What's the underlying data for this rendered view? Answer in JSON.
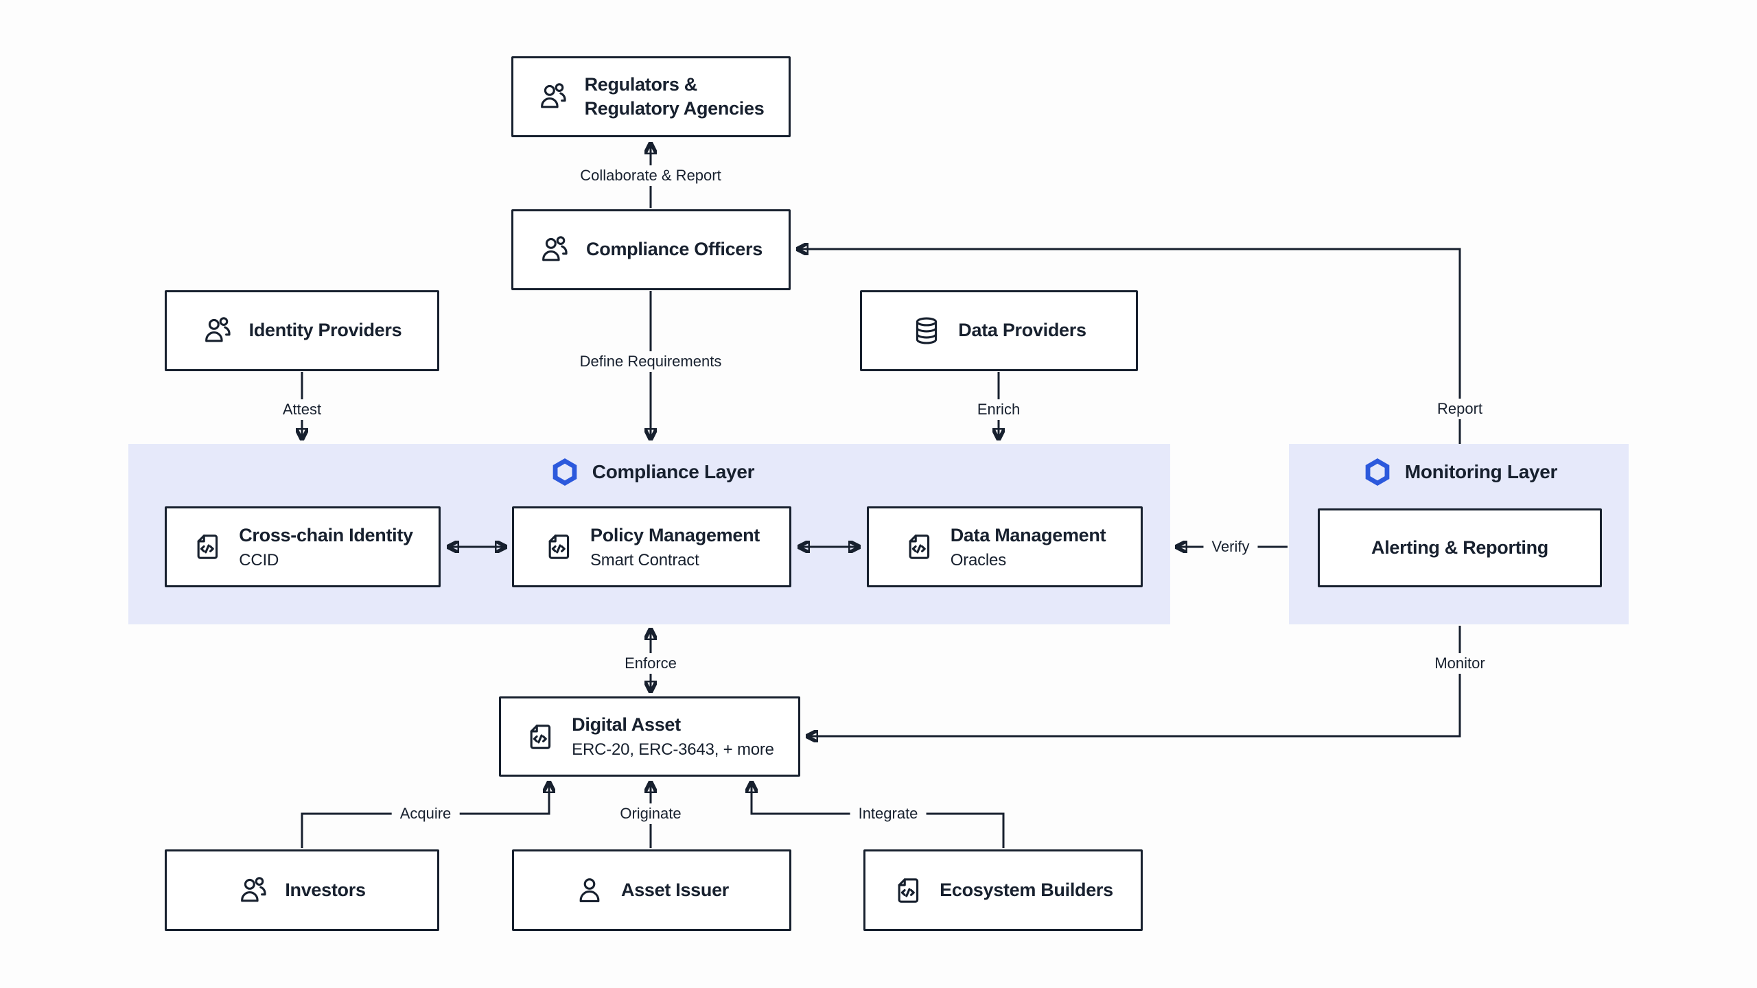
{
  "colors": {
    "background": "#FDFDFD",
    "layer_band": "#E6E9FA",
    "node_border": "#17202E",
    "text": "#17202E",
    "hexagon_blue": "#2C59DC"
  },
  "layers": {
    "compliance": {
      "title": "Compliance Layer",
      "icon": "chainlink-hexagon-icon"
    },
    "monitoring": {
      "title": "Monitoring Layer",
      "icon": "chainlink-hexagon-icon"
    }
  },
  "nodes": {
    "regulators": {
      "title": "Regulators &\nRegulatory Agencies",
      "icon": "users-icon"
    },
    "compliance_officers": {
      "title": "Compliance Officers",
      "icon": "users-icon"
    },
    "identity_providers": {
      "title": "Identity Providers",
      "icon": "users-icon"
    },
    "data_providers": {
      "title": "Data Providers",
      "icon": "database-icon"
    },
    "cross_chain_identity": {
      "title": "Cross-chain Identity",
      "subtitle": "CCID",
      "icon": "file-code-icon"
    },
    "policy_management": {
      "title": "Policy Management",
      "subtitle": "Smart Contract",
      "icon": "file-code-icon"
    },
    "data_management": {
      "title": "Data Management",
      "subtitle": "Oracles",
      "icon": "file-code-icon"
    },
    "alerting_reporting": {
      "title": "Alerting & Reporting"
    },
    "digital_asset": {
      "title": "Digital Asset",
      "subtitle": "ERC-20, ERC-3643, + more",
      "icon": "file-code-icon"
    },
    "investors": {
      "title": "Investors",
      "icon": "users-icon"
    },
    "asset_issuer": {
      "title": "Asset Issuer",
      "icon": "user-icon"
    },
    "ecosystem_builders": {
      "title": "Ecosystem Builders",
      "icon": "file-code-icon"
    }
  },
  "edge_labels": {
    "collaborate_report": "Collaborate & Report",
    "define_requirements": "Define Requirements",
    "attest": "Attest",
    "enrich": "Enrich",
    "report": "Report",
    "verify": "Verify",
    "enforce": "Enforce",
    "monitor": "Monitor",
    "acquire": "Acquire",
    "originate": "Originate",
    "integrate": "Integrate"
  }
}
